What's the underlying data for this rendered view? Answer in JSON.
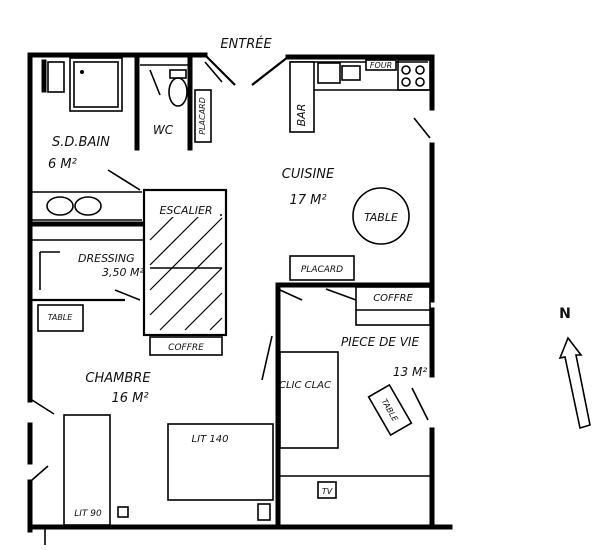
{
  "entrance": "ENTRÉE",
  "rooms": {
    "bathroom": {
      "name": "S.D.BAIN",
      "area": "6 M²"
    },
    "wc": {
      "name": "WC"
    },
    "cupboard_wc": {
      "name": "PLACARD"
    },
    "bar": {
      "name": "BAR"
    },
    "oven": {
      "name": "FOUR"
    },
    "kitchen": {
      "name": "CUISINE",
      "area": "17 M²"
    },
    "kitchen_table": {
      "name": "TABLE"
    },
    "stairs": {
      "name": "ESCALIER"
    },
    "dressing": {
      "name": "DRESSING",
      "area": "3,50 M²"
    },
    "cupboard_living": {
      "name": "PLACARD"
    },
    "chest_living": {
      "name": "COFFRE"
    },
    "bedroom_table": {
      "name": "TABLE"
    },
    "chest_stairs": {
      "name": "COFFRE"
    },
    "living": {
      "name": "PIECE DE VIE",
      "area": "13 M²"
    },
    "bedroom": {
      "name": "CHAMBRE",
      "area": "16 M²"
    },
    "sofa_bed": {
      "name": "CLIC CLAC"
    },
    "living_table": {
      "name": "TABLE"
    },
    "bed_double": {
      "name": "LIT 140"
    },
    "bed_single": {
      "name": "LIT 90"
    },
    "tv": {
      "name": "TV"
    }
  },
  "compass": {
    "label": "N"
  }
}
